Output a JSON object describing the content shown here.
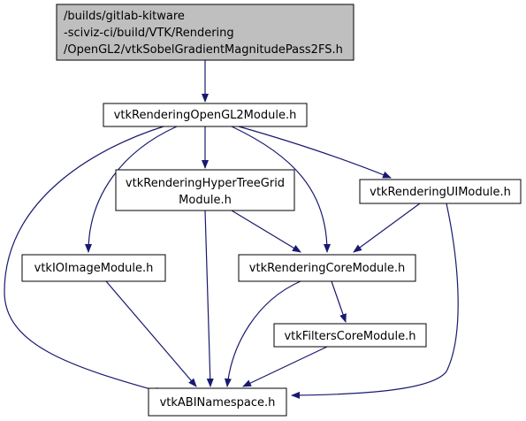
{
  "graph": {
    "root": {
      "lines": [
        "/builds/gitlab-kitware",
        "-sciviz-ci/build/VTK/Rendering",
        "/OpenGL2/vtkSobelGradientMagnitudePass2FS.h"
      ],
      "fill": "#bfbfbf"
    },
    "nodes": {
      "opengl2": {
        "lines": [
          "vtkRenderingOpenGL2Module.h"
        ]
      },
      "hypertree": {
        "lines": [
          "vtkRenderingHyperTreeGrid",
          "Module.h"
        ]
      },
      "ui": {
        "lines": [
          "vtkRenderingUIModule.h"
        ]
      },
      "ioimage": {
        "lines": [
          "vtkIOImageModule.h"
        ]
      },
      "core": {
        "lines": [
          "vtkRenderingCoreModule.h"
        ]
      },
      "filters": {
        "lines": [
          "vtkFiltersCoreModule.h"
        ]
      },
      "abi": {
        "lines": [
          "vtkABINamespace.h"
        ]
      }
    },
    "edge_color": "#191970",
    "node_fill": "#ffffff",
    "node_stroke": "#000000"
  }
}
